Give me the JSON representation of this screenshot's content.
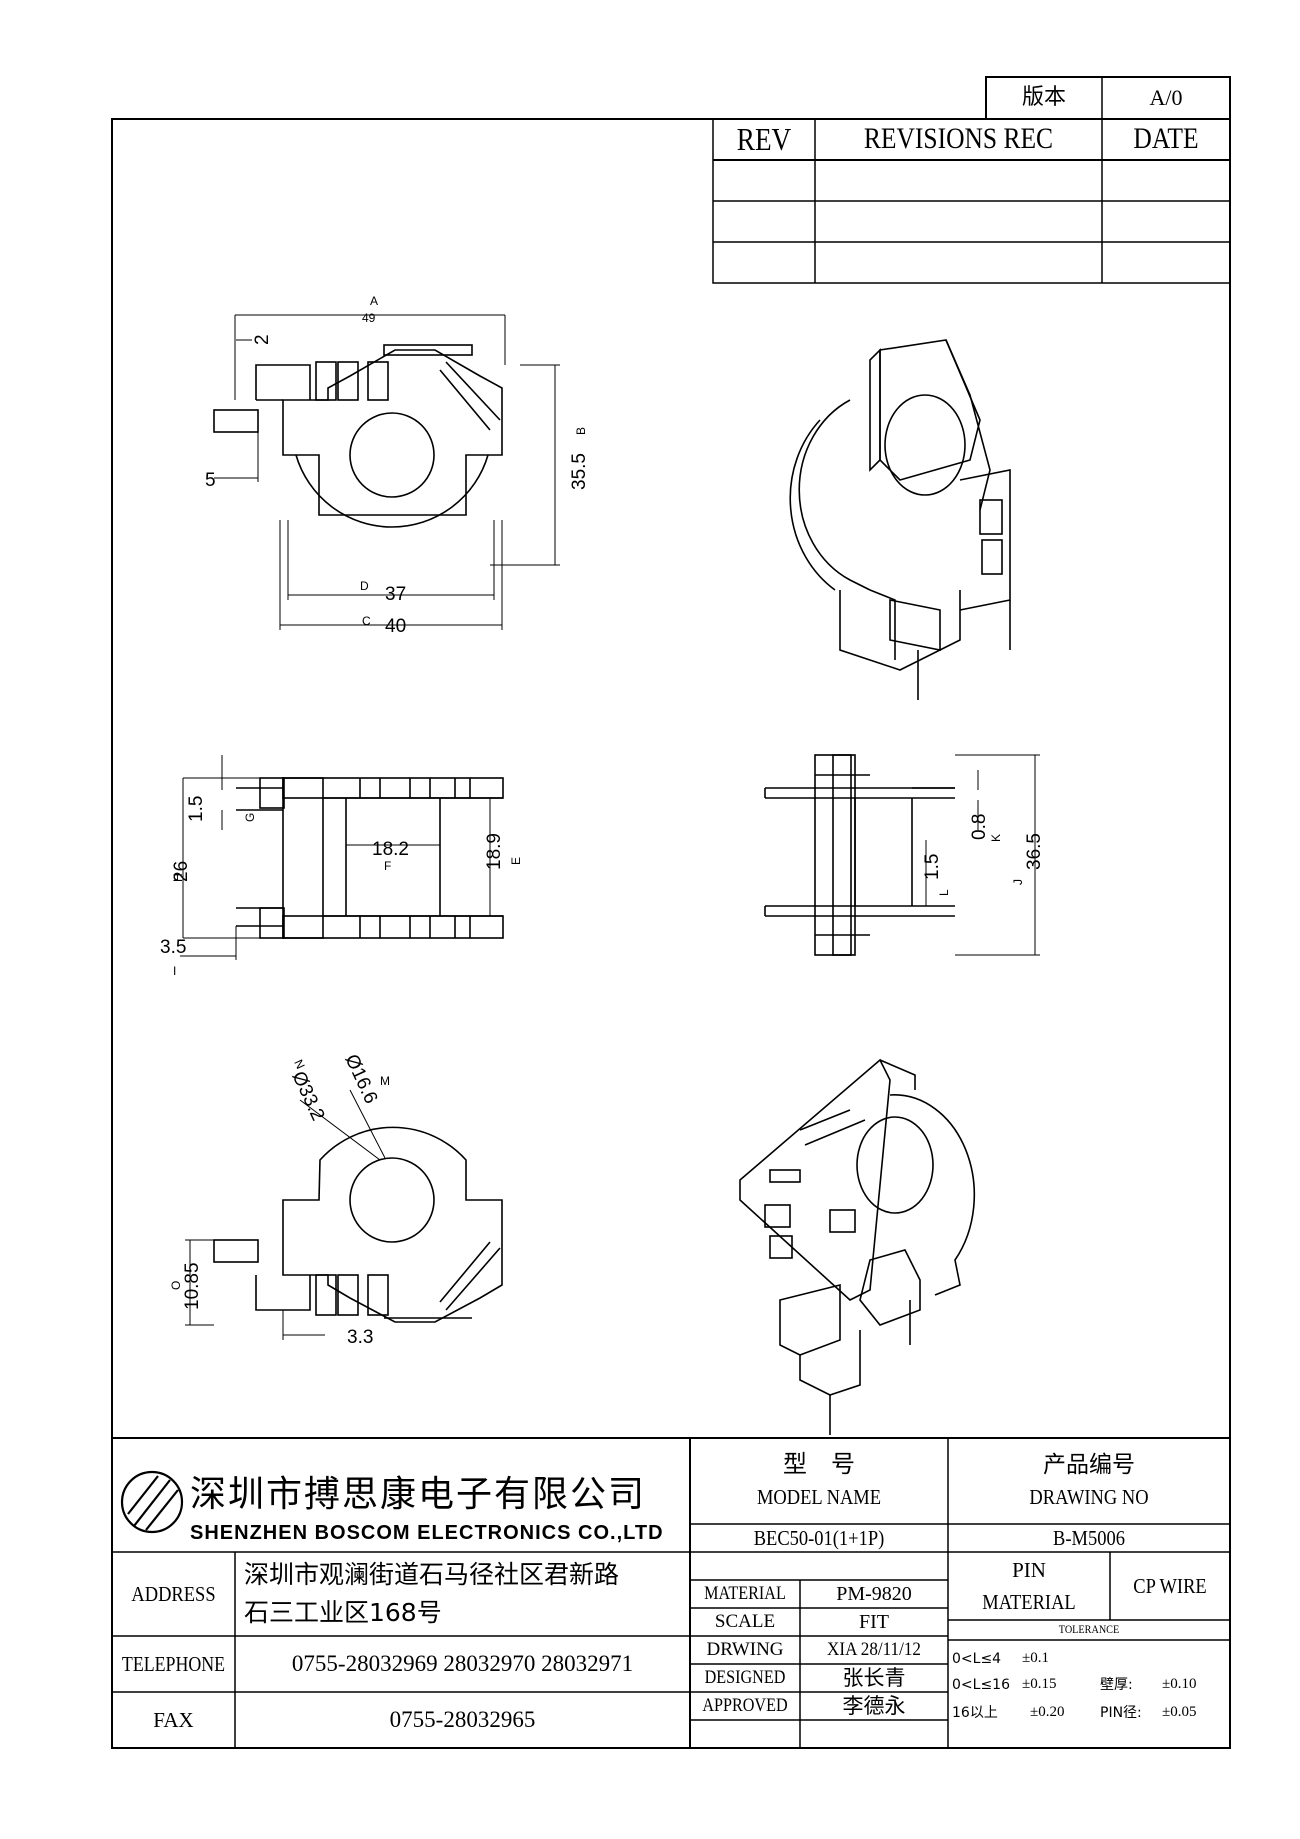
{
  "revision_box": {
    "version_label": "版本",
    "version_value": "A/0",
    "rev_header": "REV",
    "revisions_header": "REVISIONS REC",
    "date_header": "DATE"
  },
  "dimensions": {
    "a_label": "A",
    "a_value": "49",
    "two": "2",
    "five": "5",
    "b_value": "35.5",
    "b_label": "B",
    "d_label": "D",
    "d_value": "37",
    "c_label": "C",
    "c_value": "40",
    "h_label": "H",
    "h_value": "26",
    "g_value": "1.5",
    "g_label": "G",
    "f_value": "18.2",
    "f_label": "F",
    "e_value": "18.9",
    "e_label": "E",
    "i_value": "3.5",
    "i_label": "I",
    "k_value": "0.8",
    "k_label": "K",
    "j_value": "36.5",
    "j_label": "J",
    "l_value": "1.5",
    "l_label": "L",
    "n_value": "Ø33.2",
    "n_label": "N",
    "m_value": "Ø16.6",
    "m_label": "M",
    "o_value": "10.85",
    "o_label": "O",
    "p_value": "3.3"
  },
  "title_block": {
    "company_cn": "深圳市搏思康电子有限公司",
    "company_en": "SHENZHEN BOSCOM ELECTRONICS CO.,LTD",
    "model_cn": "型　号",
    "model_en": "MODEL NAME",
    "model_value": "BEC50-01(1+1P)",
    "drawing_cn": "产品编号",
    "drawing_en": "DRAWING NO",
    "drawing_value": "B-M5006",
    "address_label": "ADDRESS",
    "address_line1": "深圳市观澜街道石马径社区君新路",
    "address_line2": "石三工业区168号",
    "telephone_label": "TELEPHONE",
    "telephone_value": "0755-28032969 28032970 28032971",
    "fax_label": "FAX",
    "fax_value": "0755-28032965",
    "material_label": "MATERIAL",
    "material_value": "PM-9820",
    "scale_label": "SCALE",
    "scale_value": "FIT",
    "drwing_label": "DRWING",
    "drwing_value": "XIA 28/11/12",
    "designed_label": "DESIGNED",
    "designed_value": "张长青",
    "approved_label": "APPROVED",
    "approved_value": "李德永",
    "pin_label": "PIN",
    "pin_material_label": "MATERIAL",
    "pin_material_value": "CP WIRE",
    "tolerance_label": "TOLERANCE",
    "tol1_range": "0<L≤4",
    "tol1_value": "±0.1",
    "tol2_range": "0<L≤16",
    "tol2_value": "±0.15",
    "tol3_range": "16以上",
    "tol3_value": "±0.20",
    "wall_label": "壁厚:",
    "wall_value": "±0.10",
    "pin_dia_label": "PIN径:",
    "pin_dia_value": "±0.05"
  }
}
